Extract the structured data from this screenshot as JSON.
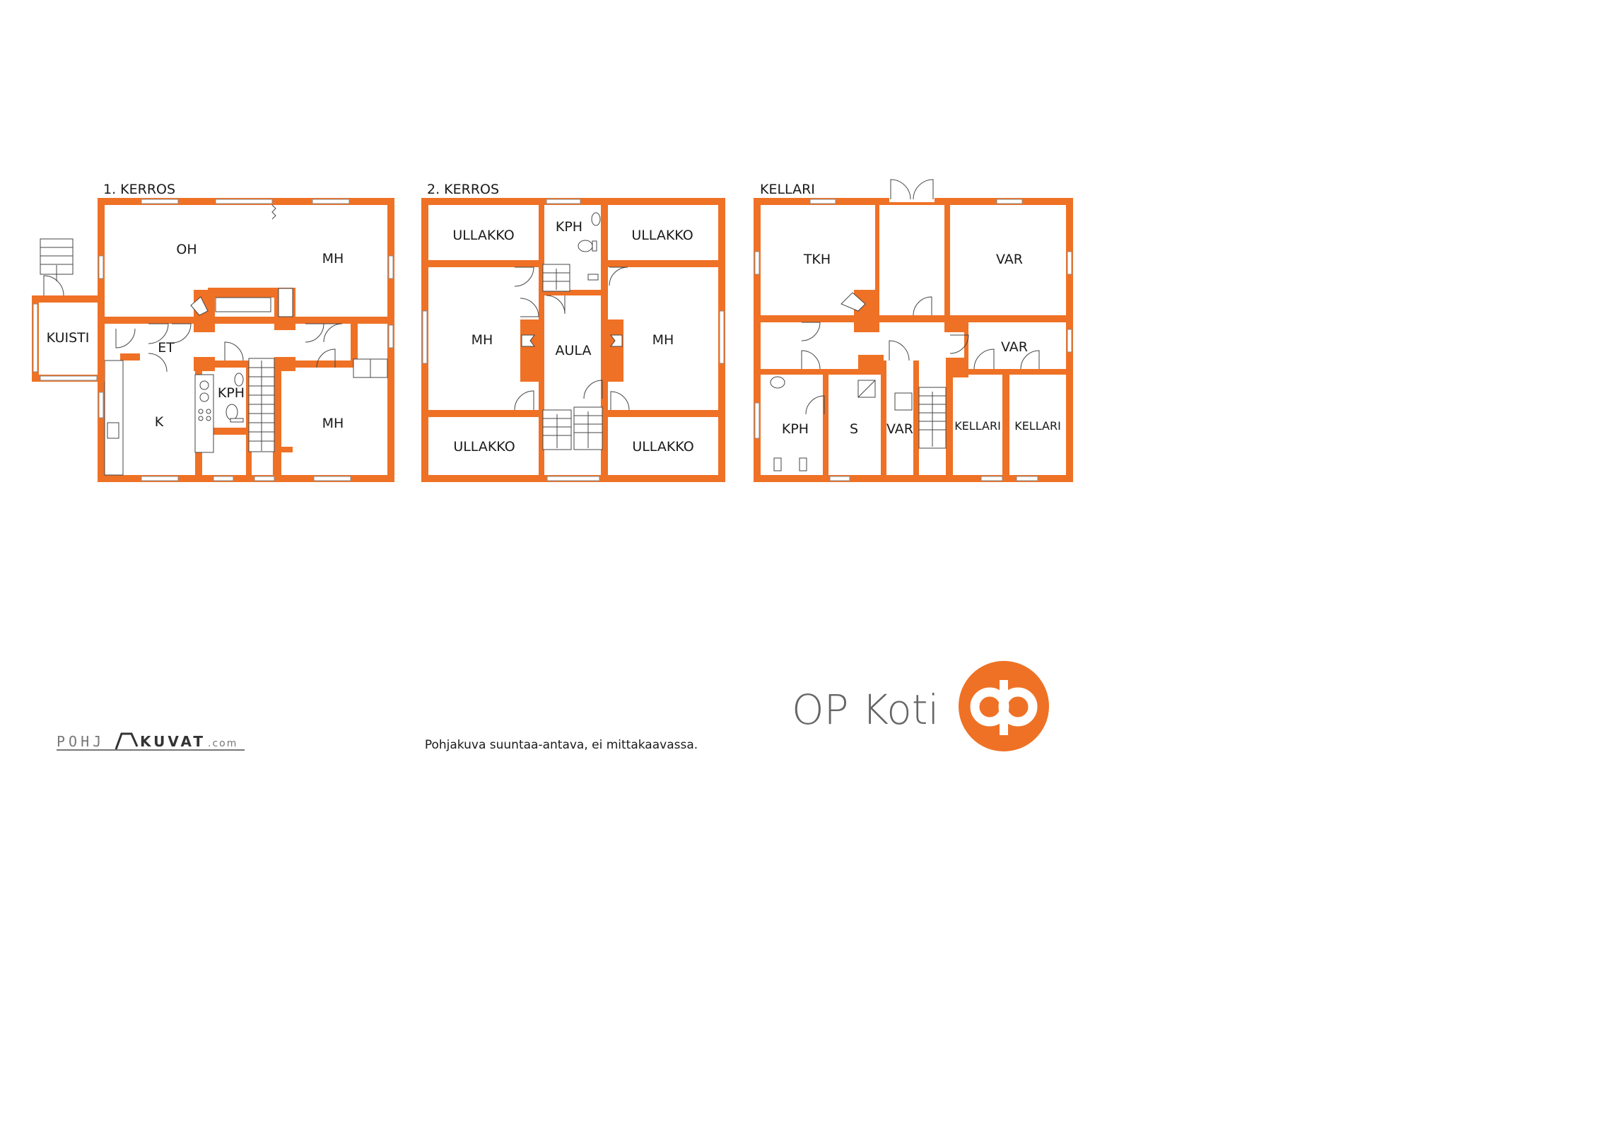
{
  "floors": [
    {
      "title": "1. KERROS",
      "rooms": [
        "OH",
        "MH",
        "KUISTI",
        "ET",
        "KPH",
        "K",
        "MH"
      ]
    },
    {
      "title": "2. KERROS",
      "rooms": [
        "ULLAKKO",
        "KPH",
        "ULLAKKO",
        "MH",
        "AULA",
        "MH",
        "ULLAKKO",
        "ULLAKKO"
      ]
    },
    {
      "title": "KELLARI",
      "rooms": [
        "TKH",
        "VAR",
        "VAR",
        "KPH",
        "S",
        "VAR",
        "KELLARI",
        "KELLARI"
      ]
    }
  ],
  "brand": {
    "name": "OP Koti",
    "color": "#ef7125"
  },
  "credit": {
    "part1": "POHJ",
    "part2": "KUVAT",
    "part3": ".com"
  },
  "disclaimer": "Pohjakuva suuntaa-antava, ei mittakaavassa.",
  "colors": {
    "wall": "#ef7125",
    "text": "#1a1a1a"
  }
}
